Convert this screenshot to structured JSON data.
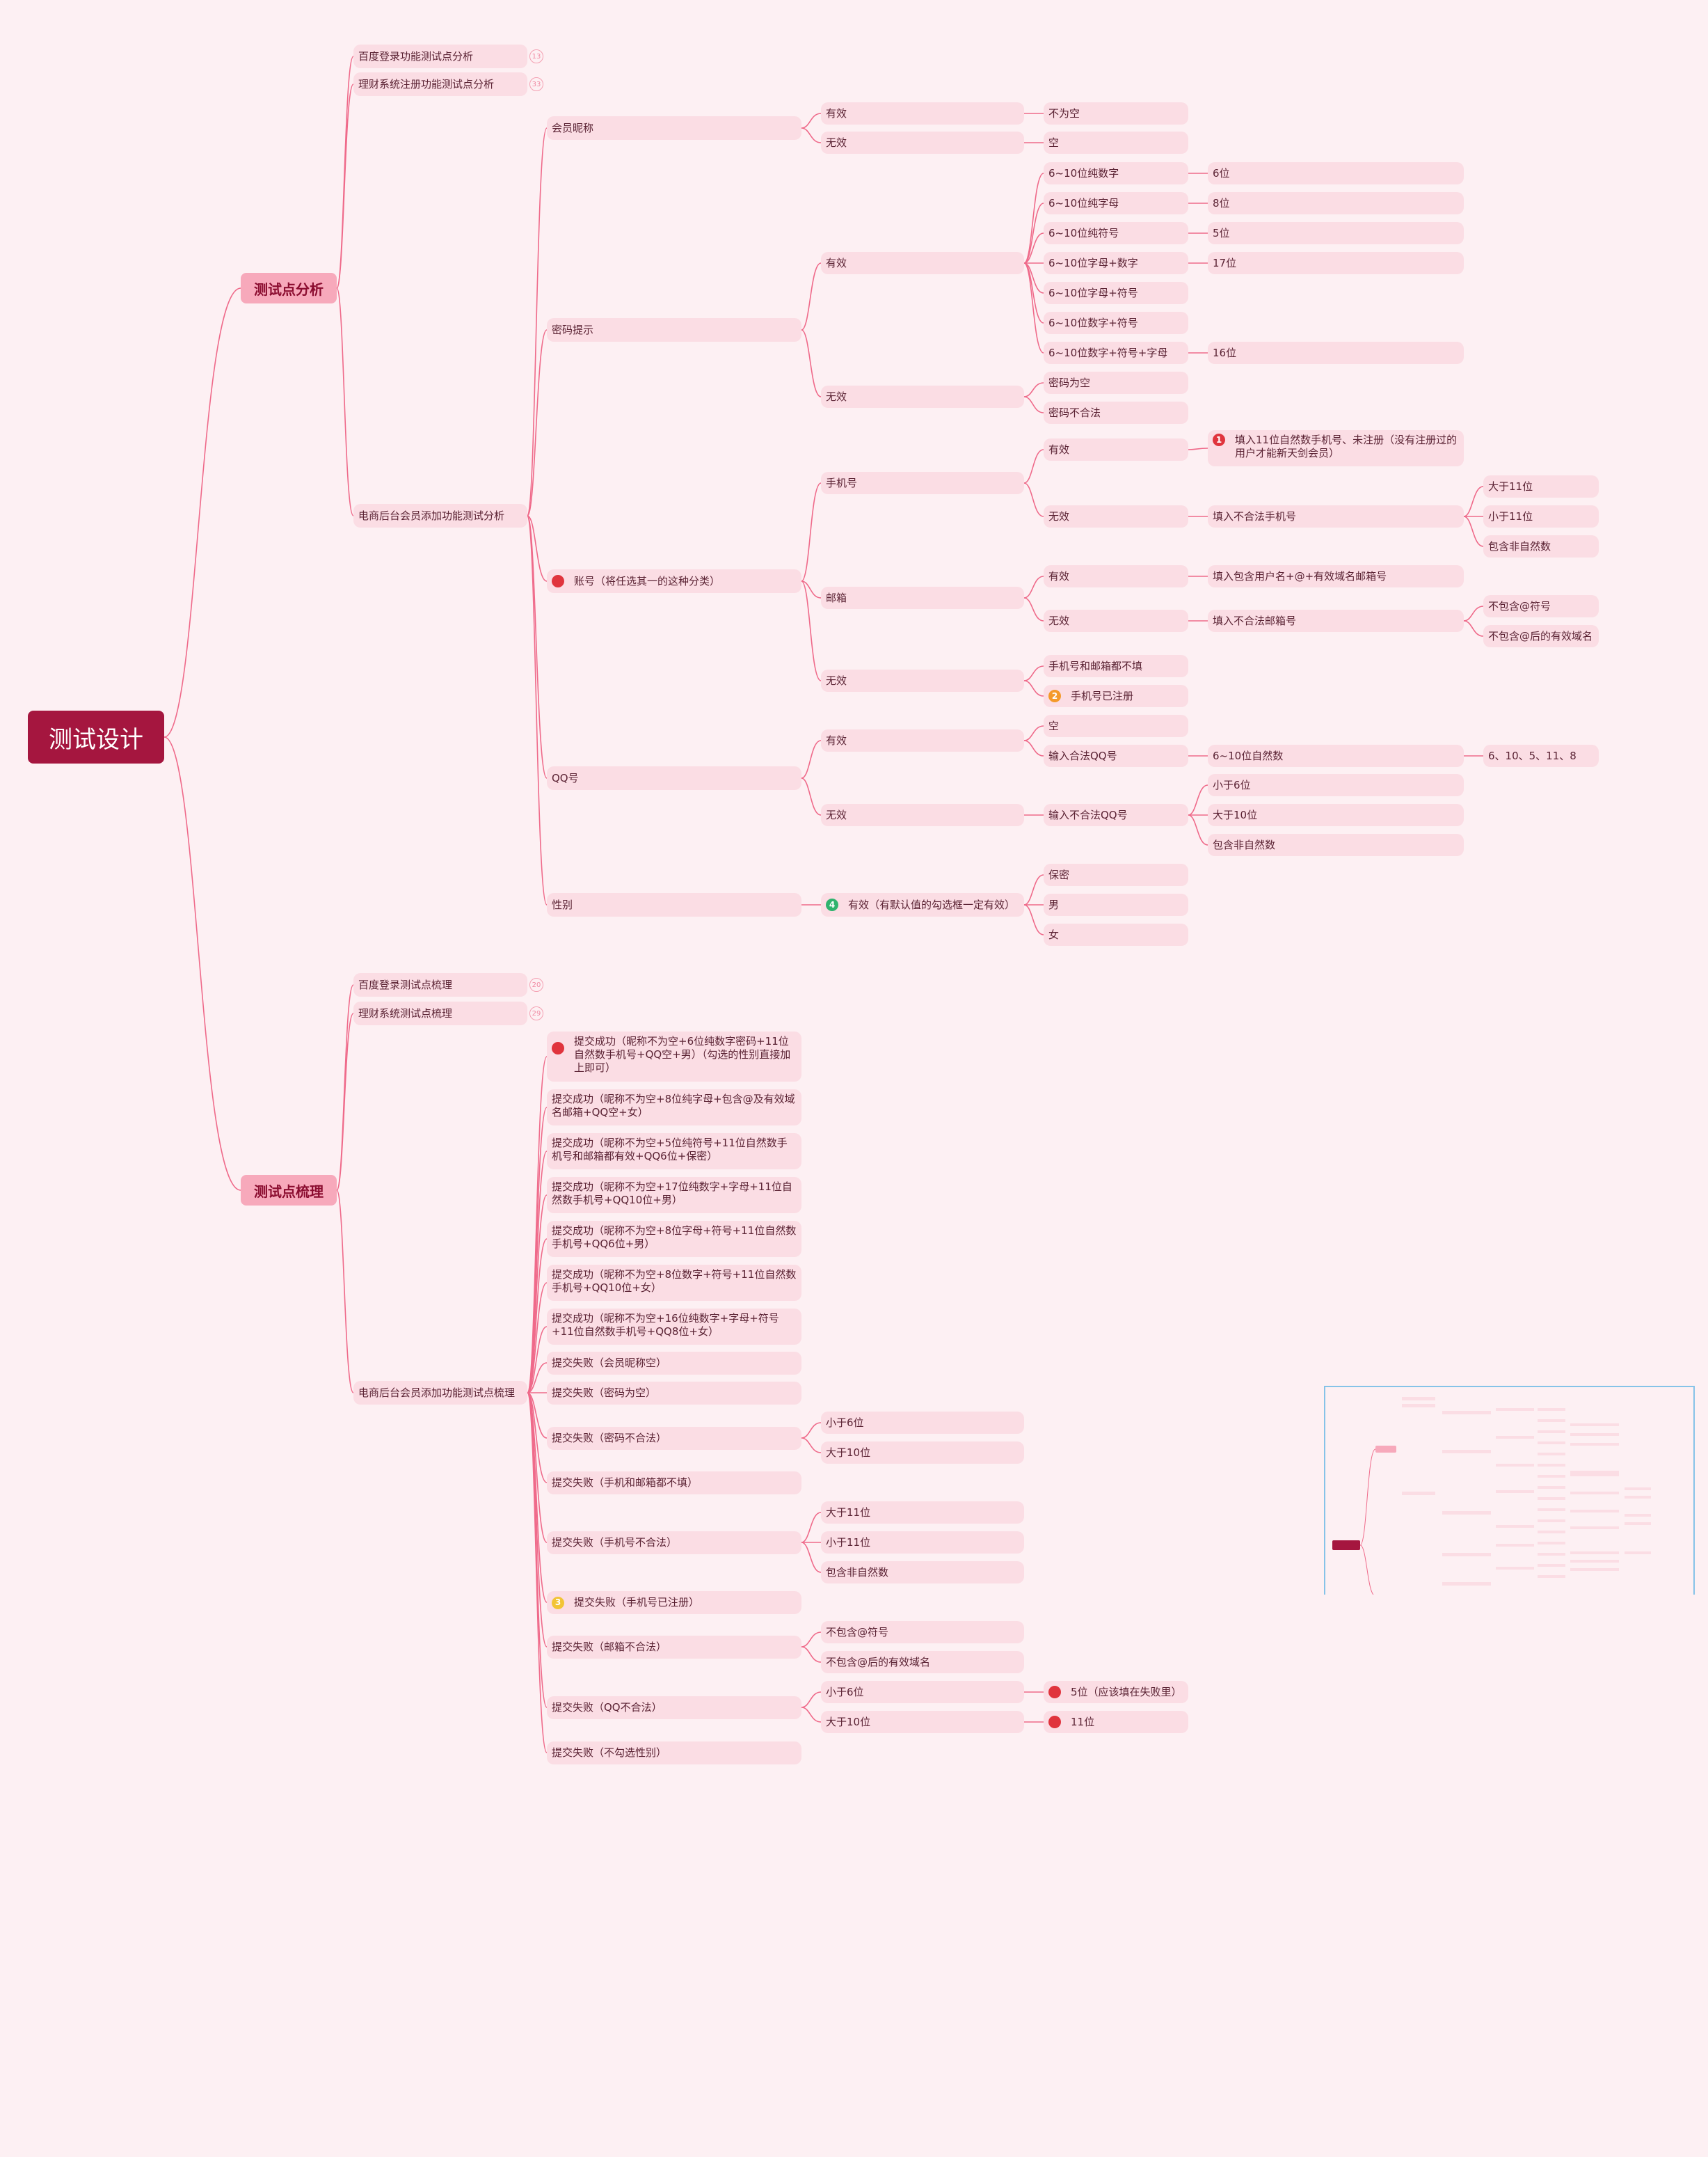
{
  "root": "测试设计",
  "branch_analysis": {
    "title": "测试点分析",
    "baidu": "百度登录功能测试点分析",
    "licai": "理财系统注册功能测试点分析",
    "ecommerce": "电商后台会员添加功能测试分析",
    "count_baidu": "13",
    "count_licai": "33",
    "nickname": "会员昵称",
    "nick_valid": "有效",
    "nick_valid_val": "不为空",
    "nick_invalid": "无效",
    "nick_invalid_val": "空",
    "password": "密码提示",
    "pw_valid": "有效",
    "pw_items": [
      "6~10位纯数字",
      "6~10位纯字母",
      "6~10位纯符号",
      "6~10位字母+数字",
      "6~10位字母+符号",
      "6~10位数字+符号",
      "6~10位数字+符号+字母"
    ],
    "pw_lengths": [
      "6位",
      "8位",
      "5位",
      "17位",
      "16位"
    ],
    "pw_invalid": "无效",
    "pw_invalid_items": [
      "密码为空",
      "密码不合法"
    ],
    "account": "账号（将任选其一的这种分类）",
    "phone": "手机号",
    "phone_valid": "有效",
    "phone_valid_desc": "填入11位自然数手机号、未注册（没有注册过的用户才能新天剑会员）",
    "phone_invalid": "无效",
    "phone_invalid_desc": "填入不合法手机号",
    "phone_invalid_items": [
      "大于11位",
      "小于11位",
      "包含非自然数"
    ],
    "email": "邮箱",
    "email_valid": "有效",
    "email_valid_desc": "填入包含用户名+@+有效域名邮箱号",
    "email_invalid": "无效",
    "email_invalid_desc": "填入不合法邮箱号",
    "email_invalid_items": [
      "不包含@符号",
      "不包含@后的有效域名"
    ],
    "acct_invalid": "无效",
    "acct_invalid_items": [
      "手机号和邮箱都不填",
      "手机号已注册"
    ],
    "qq": "QQ号",
    "qq_valid": "有效",
    "qq_valid_items": [
      "空",
      "输入合法QQ号"
    ],
    "qq_valid_desc": "6~10位自然数",
    "qq_valid_lens": "6、10、5、11、8",
    "qq_invalid": "无效",
    "qq_invalid_desc": "输入不合法QQ号",
    "qq_invalid_items": [
      "小于6位",
      "大于10位",
      "包含非自然数"
    ],
    "gender": "性别",
    "gender_valid": "有效（有默认值的勾选框一定有效）",
    "gender_items": [
      "保密",
      "男",
      "女"
    ]
  },
  "branch_sort": {
    "title": "测试点梳理",
    "baidu": "百度登录测试点梳理",
    "licai": "理财系统测试点梳理",
    "ecommerce": "电商后台会员添加功能测试点梳理",
    "count_baidu": "20",
    "count_licai": "29",
    "cases": [
      "提交成功（昵称不为空+6位纯数字密码+11位自然数手机号+QQ空+男）（勾选的性别直接加上即可）",
      "提交成功（昵称不为空+8位纯字母+包含@及有效域名邮箱+QQ空+女）",
      "提交成功（昵称不为空+5位纯符号+11位自然数手机号和邮箱都有效+QQ6位+保密）",
      "提交成功（昵称不为空+17位纯数字+字母+11位自然数手机号+QQ10位+男）",
      "提交成功（昵称不为空+8位字母+符号+11位自然数手机号+QQ6位+男）",
      "提交成功（昵称不为空+8位数字+符号+11位自然数手机号+QQ10位+女）",
      "提交成功（昵称不为空+16位纯数字+字母+符号+11位自然数手机号+QQ8位+女）",
      "提交失败（会员昵称空）",
      "提交失败（密码为空）",
      "提交失败（密码不合法）",
      "提交失败（手机和邮箱都不填）",
      "提交失败（手机号不合法）",
      "提交失败（手机号已注册）",
      "提交失败（邮箱不合法）",
      "提交失败（QQ不合法）",
      "提交失败（不勾选性别）"
    ],
    "pw_fail_items": [
      "小于6位",
      "大于10位"
    ],
    "phone_fail_items": [
      "大于11位",
      "小于11位",
      "包含非自然数"
    ],
    "email_fail_items": [
      "不包含@符号",
      "不包含@后的有效域名"
    ],
    "qq_fail_items": [
      "小于6位",
      "大于10位"
    ],
    "qq_fail_notes": [
      "5位（应该填在失败里）",
      "11位"
    ]
  },
  "badges": [
    "1",
    "2",
    "3",
    "4"
  ],
  "colors": {
    "background": "#fdf0f3",
    "root": "#a5163f",
    "level1": "#f7a9bb",
    "node": "#fbdde4",
    "line": "#ef6a8a",
    "minimap_border": "#86c3e8"
  }
}
